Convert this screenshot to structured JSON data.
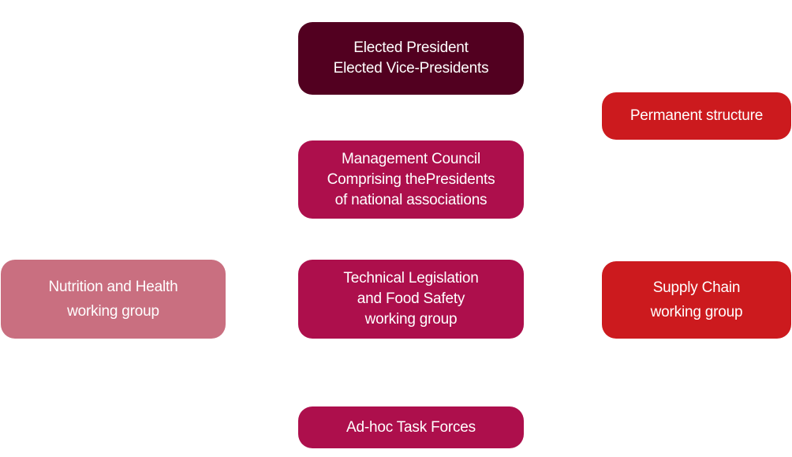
{
  "colors": {
    "dark_maroon": "#520020",
    "crimson": "#ad0f4c",
    "rose": "#c96f80",
    "red": "#cc1a1e"
  },
  "boxes": {
    "president": {
      "lines": [
        "Elected President",
        "Elected Vice-Presidents"
      ]
    },
    "permanent": {
      "lines": [
        "Permanent structure"
      ]
    },
    "council": {
      "lines": [
        "Management Council",
        "Comprising thePresidents",
        "of national associations"
      ]
    },
    "nutrition": {
      "lines": [
        "Nutrition and Health",
        "working group"
      ]
    },
    "technical": {
      "lines": [
        "Technical Legislation",
        "and Food Safety",
        "working group"
      ]
    },
    "supply": {
      "lines": [
        "Supply Chain",
        "working group"
      ]
    },
    "taskforces": {
      "lines": [
        "Ad-hoc Task Forces"
      ]
    }
  }
}
